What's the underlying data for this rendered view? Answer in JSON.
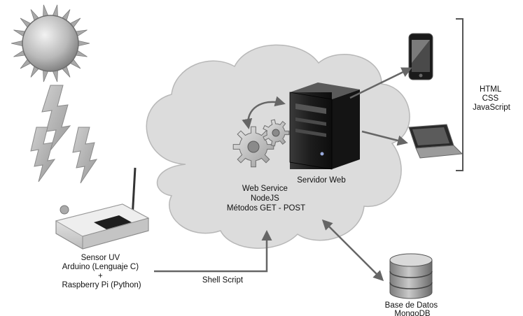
{
  "labels": {
    "web_service": [
      "Web Service",
      "NodeJS",
      "Métodos GET - POST"
    ],
    "servidor_web": "Servidor Web",
    "frontend": [
      "HTML",
      "CSS",
      "JavaScript"
    ],
    "sensor": [
      "Sensor UV",
      "Arduino (Lenguaje C)",
      "+",
      "Raspberry Pi (Python)"
    ],
    "shell_script": "Shell Script",
    "database": [
      "Base de Datos",
      "MongoDB"
    ]
  },
  "icons": {
    "sun": "sun-icon",
    "lightning": "lightning-bolt-icon",
    "router": "router-device-icon",
    "gears": "gears-icon",
    "server": "server-tower-icon",
    "phone": "smartphone-icon",
    "laptop": "laptop-icon",
    "database": "database-cylinder-icon"
  },
  "colors": {
    "cloud_fill": "#dcdcdc",
    "cloud_stroke": "#b8b8b8",
    "arrow": "#666666",
    "text": "#111111"
  }
}
